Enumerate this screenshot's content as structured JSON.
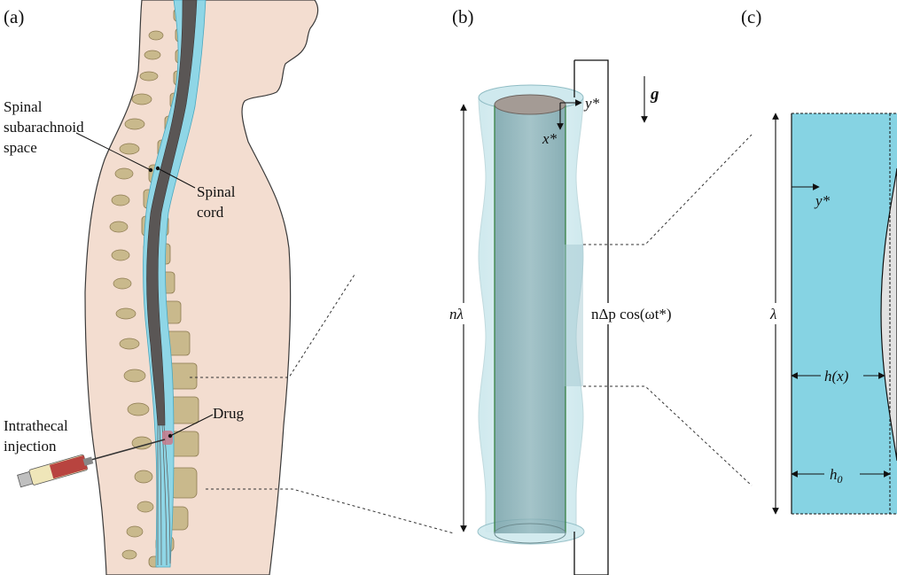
{
  "panel_a": {
    "tag": "(a)",
    "subarachnoid_line1": "Spinal",
    "subarachnoid_line2": "subarachnoid",
    "subarachnoid_line3": "space",
    "cord_line1": "Spinal",
    "cord_line2": "cord",
    "injection_line1": "Intrathecal",
    "injection_line2": "injection",
    "drug": "Drug"
  },
  "panel_b": {
    "tag": "(b)",
    "gravity": "g",
    "coord_y": "y*",
    "coord_x": "x*",
    "length": "nλ",
    "pressure": "nΔp cos(ωt*)"
  },
  "panel_c": {
    "tag": "(c)",
    "coord_y": "y*",
    "wavelength": "λ",
    "h_x": "h(x)",
    "h0": "h0"
  },
  "colors": {
    "skin": "#f3ddd0",
    "csf": "#8fd6e6",
    "cord": "#5a5655",
    "vertebra": "#c9b98c",
    "fluid_panel": "#86d3e3"
  }
}
